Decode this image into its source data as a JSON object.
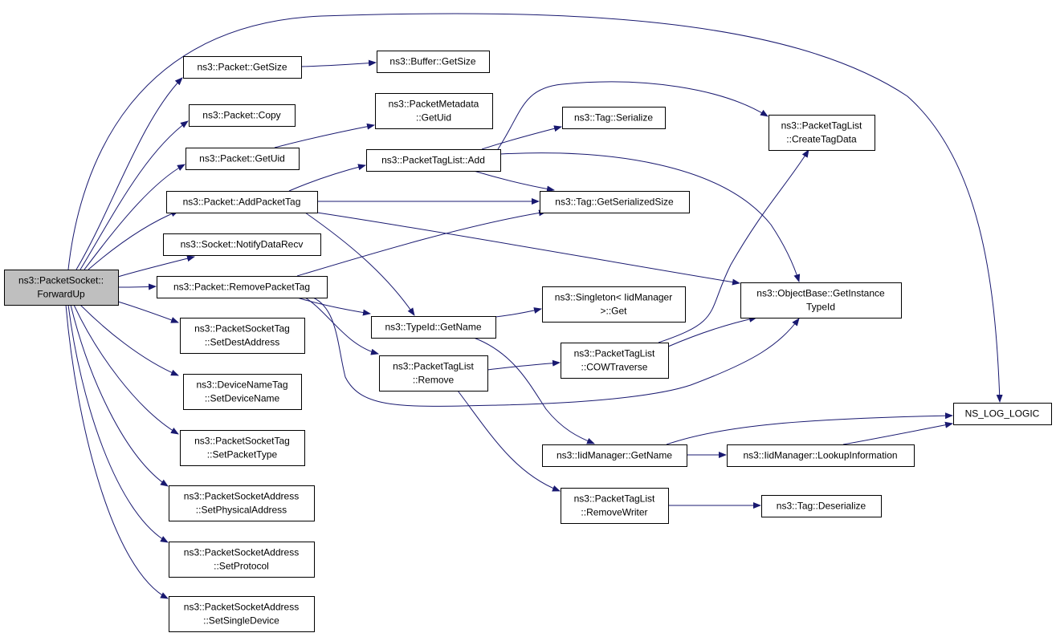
{
  "graph": {
    "nodes": [
      {
        "id": "forwardup",
        "lines": [
          "ns3::PacketSocket::",
          "ForwardUp"
        ],
        "root": true
      },
      {
        "id": "getsize",
        "lines": [
          "ns3::Packet::GetSize"
        ]
      },
      {
        "id": "copy",
        "lines": [
          "ns3::Packet::Copy"
        ]
      },
      {
        "id": "getuid",
        "lines": [
          "ns3::Packet::GetUid"
        ]
      },
      {
        "id": "addpackettag",
        "lines": [
          "ns3::Packet::AddPacketTag"
        ]
      },
      {
        "id": "notifydatarecv",
        "lines": [
          "ns3::Socket::NotifyDataRecv"
        ]
      },
      {
        "id": "removepackettag",
        "lines": [
          "ns3::Packet::RemovePacketTag"
        ]
      },
      {
        "id": "setdestaddress",
        "lines": [
          "ns3::PacketSocketTag",
          "::SetDestAddress"
        ]
      },
      {
        "id": "setdevicename",
        "lines": [
          "ns3::DeviceNameTag",
          "::SetDeviceName"
        ]
      },
      {
        "id": "setpackettype",
        "lines": [
          "ns3::PacketSocketTag",
          "::SetPacketType"
        ]
      },
      {
        "id": "setphysicaladdress",
        "lines": [
          "ns3::PacketSocketAddress",
          "::SetPhysicalAddress"
        ]
      },
      {
        "id": "setprotocol",
        "lines": [
          "ns3::PacketSocketAddress",
          "::SetProtocol"
        ]
      },
      {
        "id": "setsingledevice",
        "lines": [
          "ns3::PacketSocketAddress",
          "::SetSingleDevice"
        ]
      },
      {
        "id": "buffergetsize",
        "lines": [
          "ns3::Buffer::GetSize"
        ]
      },
      {
        "id": "metadatagetuid",
        "lines": [
          "ns3::PacketMetadata",
          "::GetUid"
        ]
      },
      {
        "id": "taglistadd",
        "lines": [
          "ns3::PacketTagList::Add"
        ]
      },
      {
        "id": "typeidgetname",
        "lines": [
          "ns3::TypeId::GetName"
        ]
      },
      {
        "id": "taglistremove",
        "lines": [
          "ns3::PacketTagList",
          "::Remove"
        ]
      },
      {
        "id": "tagserialize",
        "lines": [
          "ns3::Tag::Serialize"
        ]
      },
      {
        "id": "createtagdata",
        "lines": [
          "ns3::PacketTagList",
          "::CreateTagData"
        ]
      },
      {
        "id": "getserializedsize",
        "lines": [
          "ns3::Tag::GetSerializedSize"
        ]
      },
      {
        "id": "singletonget",
        "lines": [
          "ns3::Singleton< IidManager",
          ">::Get"
        ]
      },
      {
        "id": "cowtraverse",
        "lines": [
          "ns3::PacketTagList",
          "::COWTraverse"
        ]
      },
      {
        "id": "getinstancetypeid",
        "lines": [
          "ns3::ObjectBase::GetInstance",
          "TypeId"
        ]
      },
      {
        "id": "iidgetname",
        "lines": [
          "ns3::IidManager::GetName"
        ]
      },
      {
        "id": "lookupinformation",
        "lines": [
          "ns3::IidManager::LookupInformation"
        ]
      },
      {
        "id": "removewriter",
        "lines": [
          "ns3::PacketTagList",
          "::RemoveWriter"
        ]
      },
      {
        "id": "tagdeserialize",
        "lines": [
          "ns3::Tag::Deserialize"
        ]
      },
      {
        "id": "nsloglogic",
        "lines": [
          "NS_LOG_LOGIC"
        ]
      }
    ],
    "edges": [
      {
        "from": "forwardup",
        "to": "getsize"
      },
      {
        "from": "forwardup",
        "to": "copy"
      },
      {
        "from": "forwardup",
        "to": "getuid"
      },
      {
        "from": "forwardup",
        "to": "addpackettag"
      },
      {
        "from": "forwardup",
        "to": "notifydatarecv"
      },
      {
        "from": "forwardup",
        "to": "removepackettag"
      },
      {
        "from": "forwardup",
        "to": "setdestaddress"
      },
      {
        "from": "forwardup",
        "to": "setdevicename"
      },
      {
        "from": "forwardup",
        "to": "setpackettype"
      },
      {
        "from": "forwardup",
        "to": "setphysicaladdress"
      },
      {
        "from": "forwardup",
        "to": "setprotocol"
      },
      {
        "from": "forwardup",
        "to": "setsingledevice"
      },
      {
        "from": "forwardup",
        "to": "nsloglogic"
      },
      {
        "from": "getsize",
        "to": "buffergetsize"
      },
      {
        "from": "getuid",
        "to": "metadatagetuid"
      },
      {
        "from": "addpackettag",
        "to": "taglistadd"
      },
      {
        "from": "addpackettag",
        "to": "getserializedsize"
      },
      {
        "from": "addpackettag",
        "to": "getinstancetypeid"
      },
      {
        "from": "addpackettag",
        "to": "typeidgetname"
      },
      {
        "from": "removepackettag",
        "to": "getserializedsize"
      },
      {
        "from": "removepackettag",
        "to": "typeidgetname"
      },
      {
        "from": "removepackettag",
        "to": "taglistremove"
      },
      {
        "from": "removepackettag",
        "to": "getinstancetypeid"
      },
      {
        "from": "taglistadd",
        "to": "tagserialize"
      },
      {
        "from": "taglistadd",
        "to": "createtagdata"
      },
      {
        "from": "taglistadd",
        "to": "getserializedsize"
      },
      {
        "from": "taglistadd",
        "to": "getinstancetypeid"
      },
      {
        "from": "typeidgetname",
        "to": "singletonget"
      },
      {
        "from": "typeidgetname",
        "to": "iidgetname"
      },
      {
        "from": "taglistremove",
        "to": "cowtraverse"
      },
      {
        "from": "taglistremove",
        "to": "removewriter"
      },
      {
        "from": "cowtraverse",
        "to": "createtagdata"
      },
      {
        "from": "cowtraverse",
        "to": "getinstancetypeid"
      },
      {
        "from": "iidgetname",
        "to": "nsloglogic"
      },
      {
        "from": "iidgetname",
        "to": "lookupinformation"
      },
      {
        "from": "lookupinformation",
        "to": "nsloglogic"
      },
      {
        "from": "removewriter",
        "to": "tagdeserialize"
      }
    ]
  },
  "colors": {
    "edge": "#191970",
    "node_border": "#000000",
    "node_fill": "#ffffff",
    "root_fill": "#bfbfbf"
  }
}
